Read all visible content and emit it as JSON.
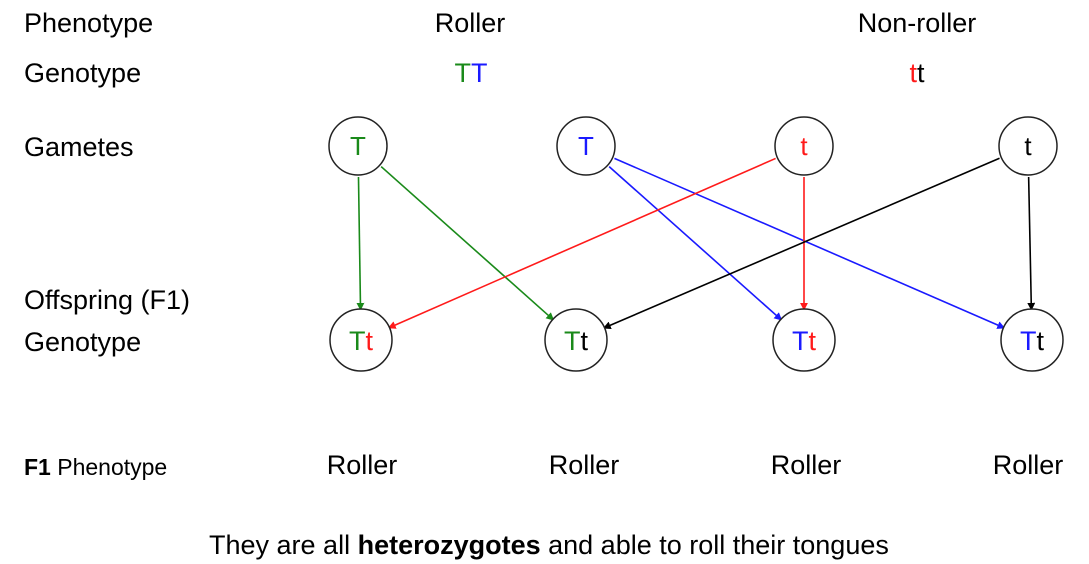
{
  "row_labels": {
    "phenotype": "Phenotype",
    "genotype": "Genotype",
    "gametes": "Gametes",
    "offspring_line1": "Offspring (F1)",
    "offspring_line2": "Genotype",
    "f1_phenotype_prefix": "F1",
    "f1_phenotype_suffix": " Phenotype"
  },
  "parents": [
    {
      "phenotype": "Roller",
      "genotype": [
        {
          "allele": "T",
          "color": "#1a8a1a"
        },
        {
          "allele": "T",
          "color": "#1a1aff"
        }
      ]
    },
    {
      "phenotype": "Non-roller",
      "genotype": [
        {
          "allele": "t",
          "color": "#ff1a1a"
        },
        {
          "allele": "t",
          "color": "#000000"
        }
      ]
    }
  ],
  "gametes": [
    {
      "allele": "T",
      "color": "#1a8a1a"
    },
    {
      "allele": "T",
      "color": "#1a1aff"
    },
    {
      "allele": "t",
      "color": "#ff1a1a"
    },
    {
      "allele": "t",
      "color": "#000000"
    }
  ],
  "offspring": [
    {
      "alleles": [
        {
          "a": "T",
          "color": "#1a8a1a"
        },
        {
          "a": "t",
          "color": "#ff1a1a"
        }
      ],
      "phenotype": "Roller"
    },
    {
      "alleles": [
        {
          "a": "T",
          "color": "#1a8a1a"
        },
        {
          "a": "t",
          "color": "#000000"
        }
      ],
      "phenotype": "Roller"
    },
    {
      "alleles": [
        {
          "a": "T",
          "color": "#1a1aff"
        },
        {
          "a": "t",
          "color": "#ff1a1a"
        }
      ],
      "phenotype": "Roller"
    },
    {
      "alleles": [
        {
          "a": "T",
          "color": "#1a1aff"
        },
        {
          "a": "t",
          "color": "#000000"
        }
      ],
      "phenotype": "Roller"
    }
  ],
  "crosses": [
    {
      "from_gamete": 0,
      "to_offspring": 0,
      "color": "#1a8a1a"
    },
    {
      "from_gamete": 0,
      "to_offspring": 1,
      "color": "#1a8a1a"
    },
    {
      "from_gamete": 1,
      "to_offspring": 2,
      "color": "#1a1aff"
    },
    {
      "from_gamete": 1,
      "to_offspring": 3,
      "color": "#1a1aff"
    },
    {
      "from_gamete": 2,
      "to_offspring": 0,
      "color": "#ff1a1a"
    },
    {
      "from_gamete": 2,
      "to_offspring": 2,
      "color": "#ff1a1a"
    },
    {
      "from_gamete": 3,
      "to_offspring": 1,
      "color": "#000000"
    },
    {
      "from_gamete": 3,
      "to_offspring": 3,
      "color": "#000000"
    }
  ],
  "footer": {
    "before": "They are all ",
    "bold": "heterozygotes",
    "after": " and able to roll their tongues"
  }
}
